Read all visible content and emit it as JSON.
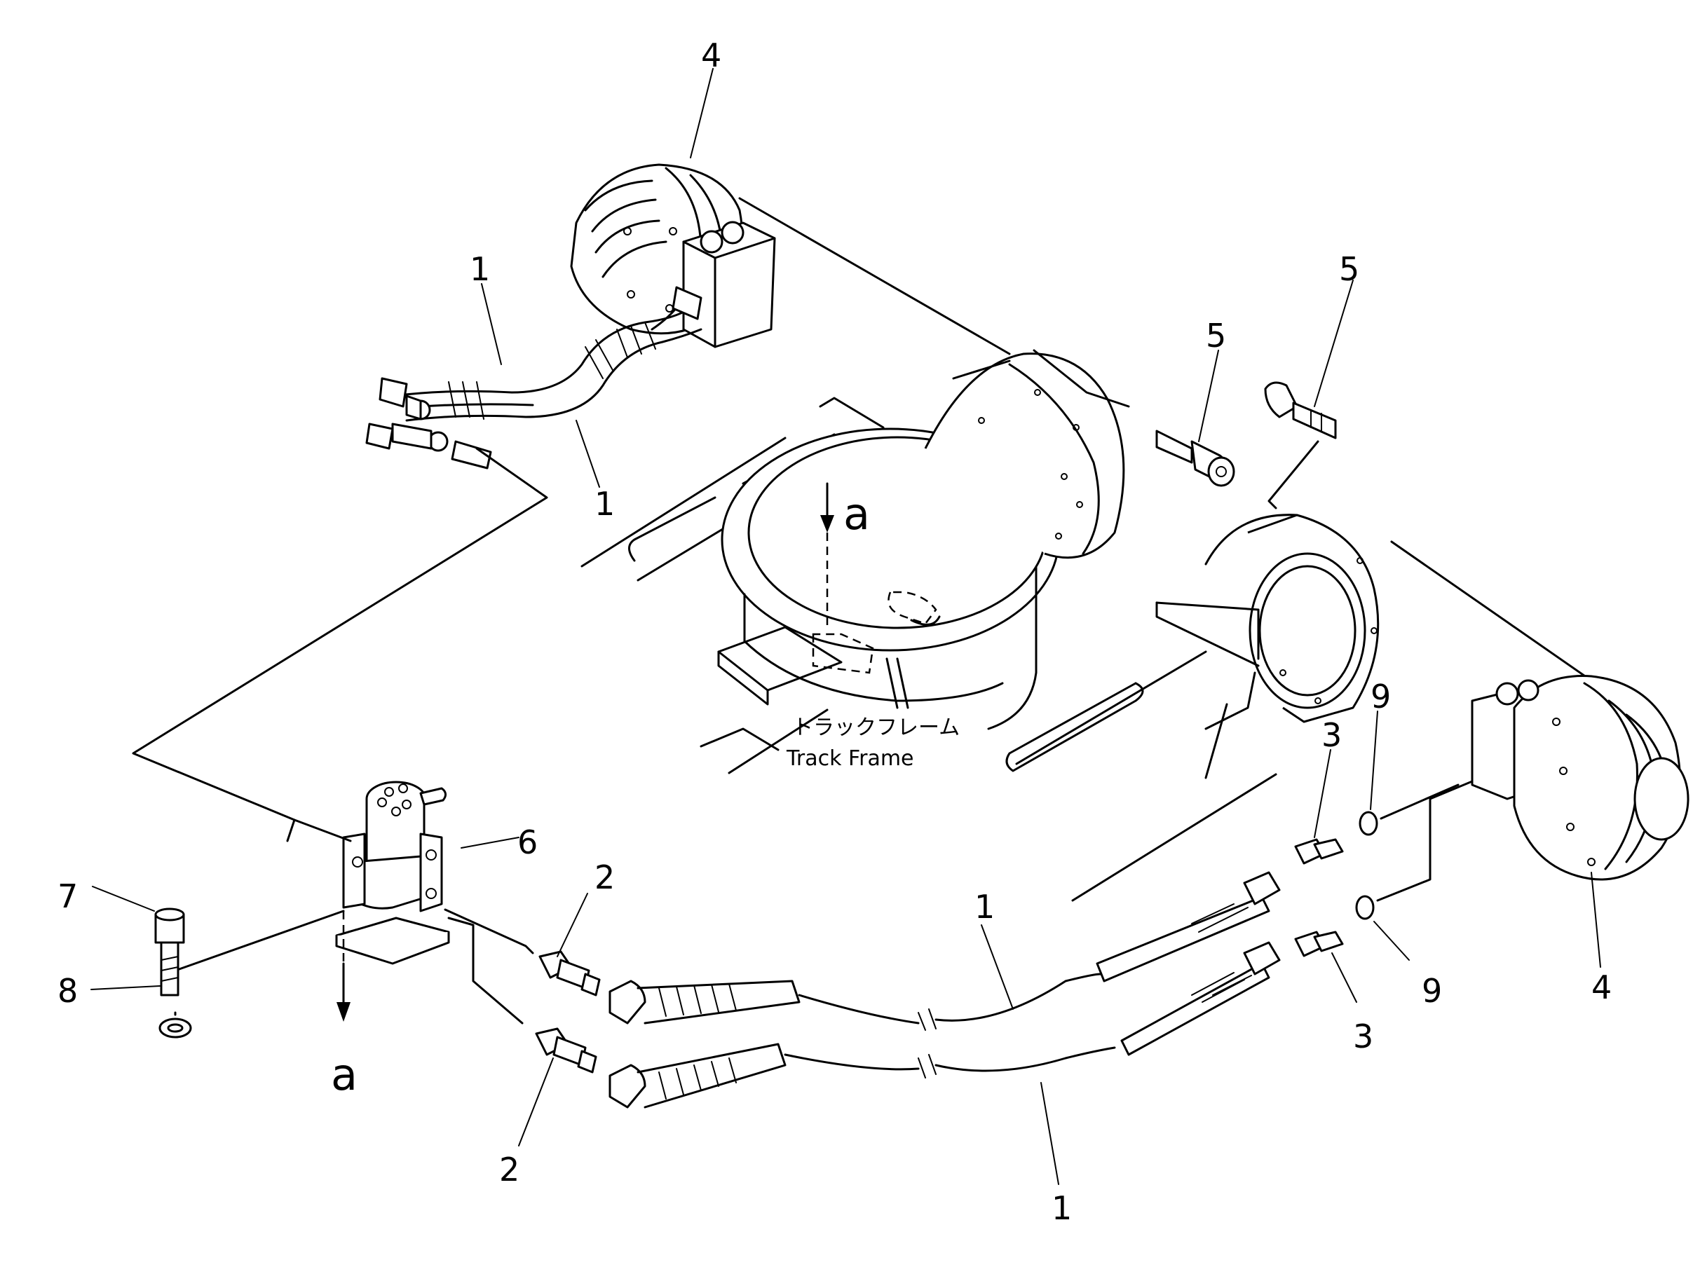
{
  "callouts": {
    "c1a": "1",
    "c1b": "1",
    "c1c": "1",
    "c1d": "1",
    "c2a": "2",
    "c2b": "2",
    "c3a": "3",
    "c3b": "3",
    "c4a": "4",
    "c4b": "4",
    "c5a": "5",
    "c5b": "5",
    "c6": "6",
    "c7": "7",
    "c8": "8",
    "c9a": "9",
    "c9b": "9"
  },
  "view_marks": {
    "top": "a",
    "bottom": "a"
  },
  "frame_label": {
    "jp": "トラックフレーム",
    "en": "Track  Frame"
  }
}
